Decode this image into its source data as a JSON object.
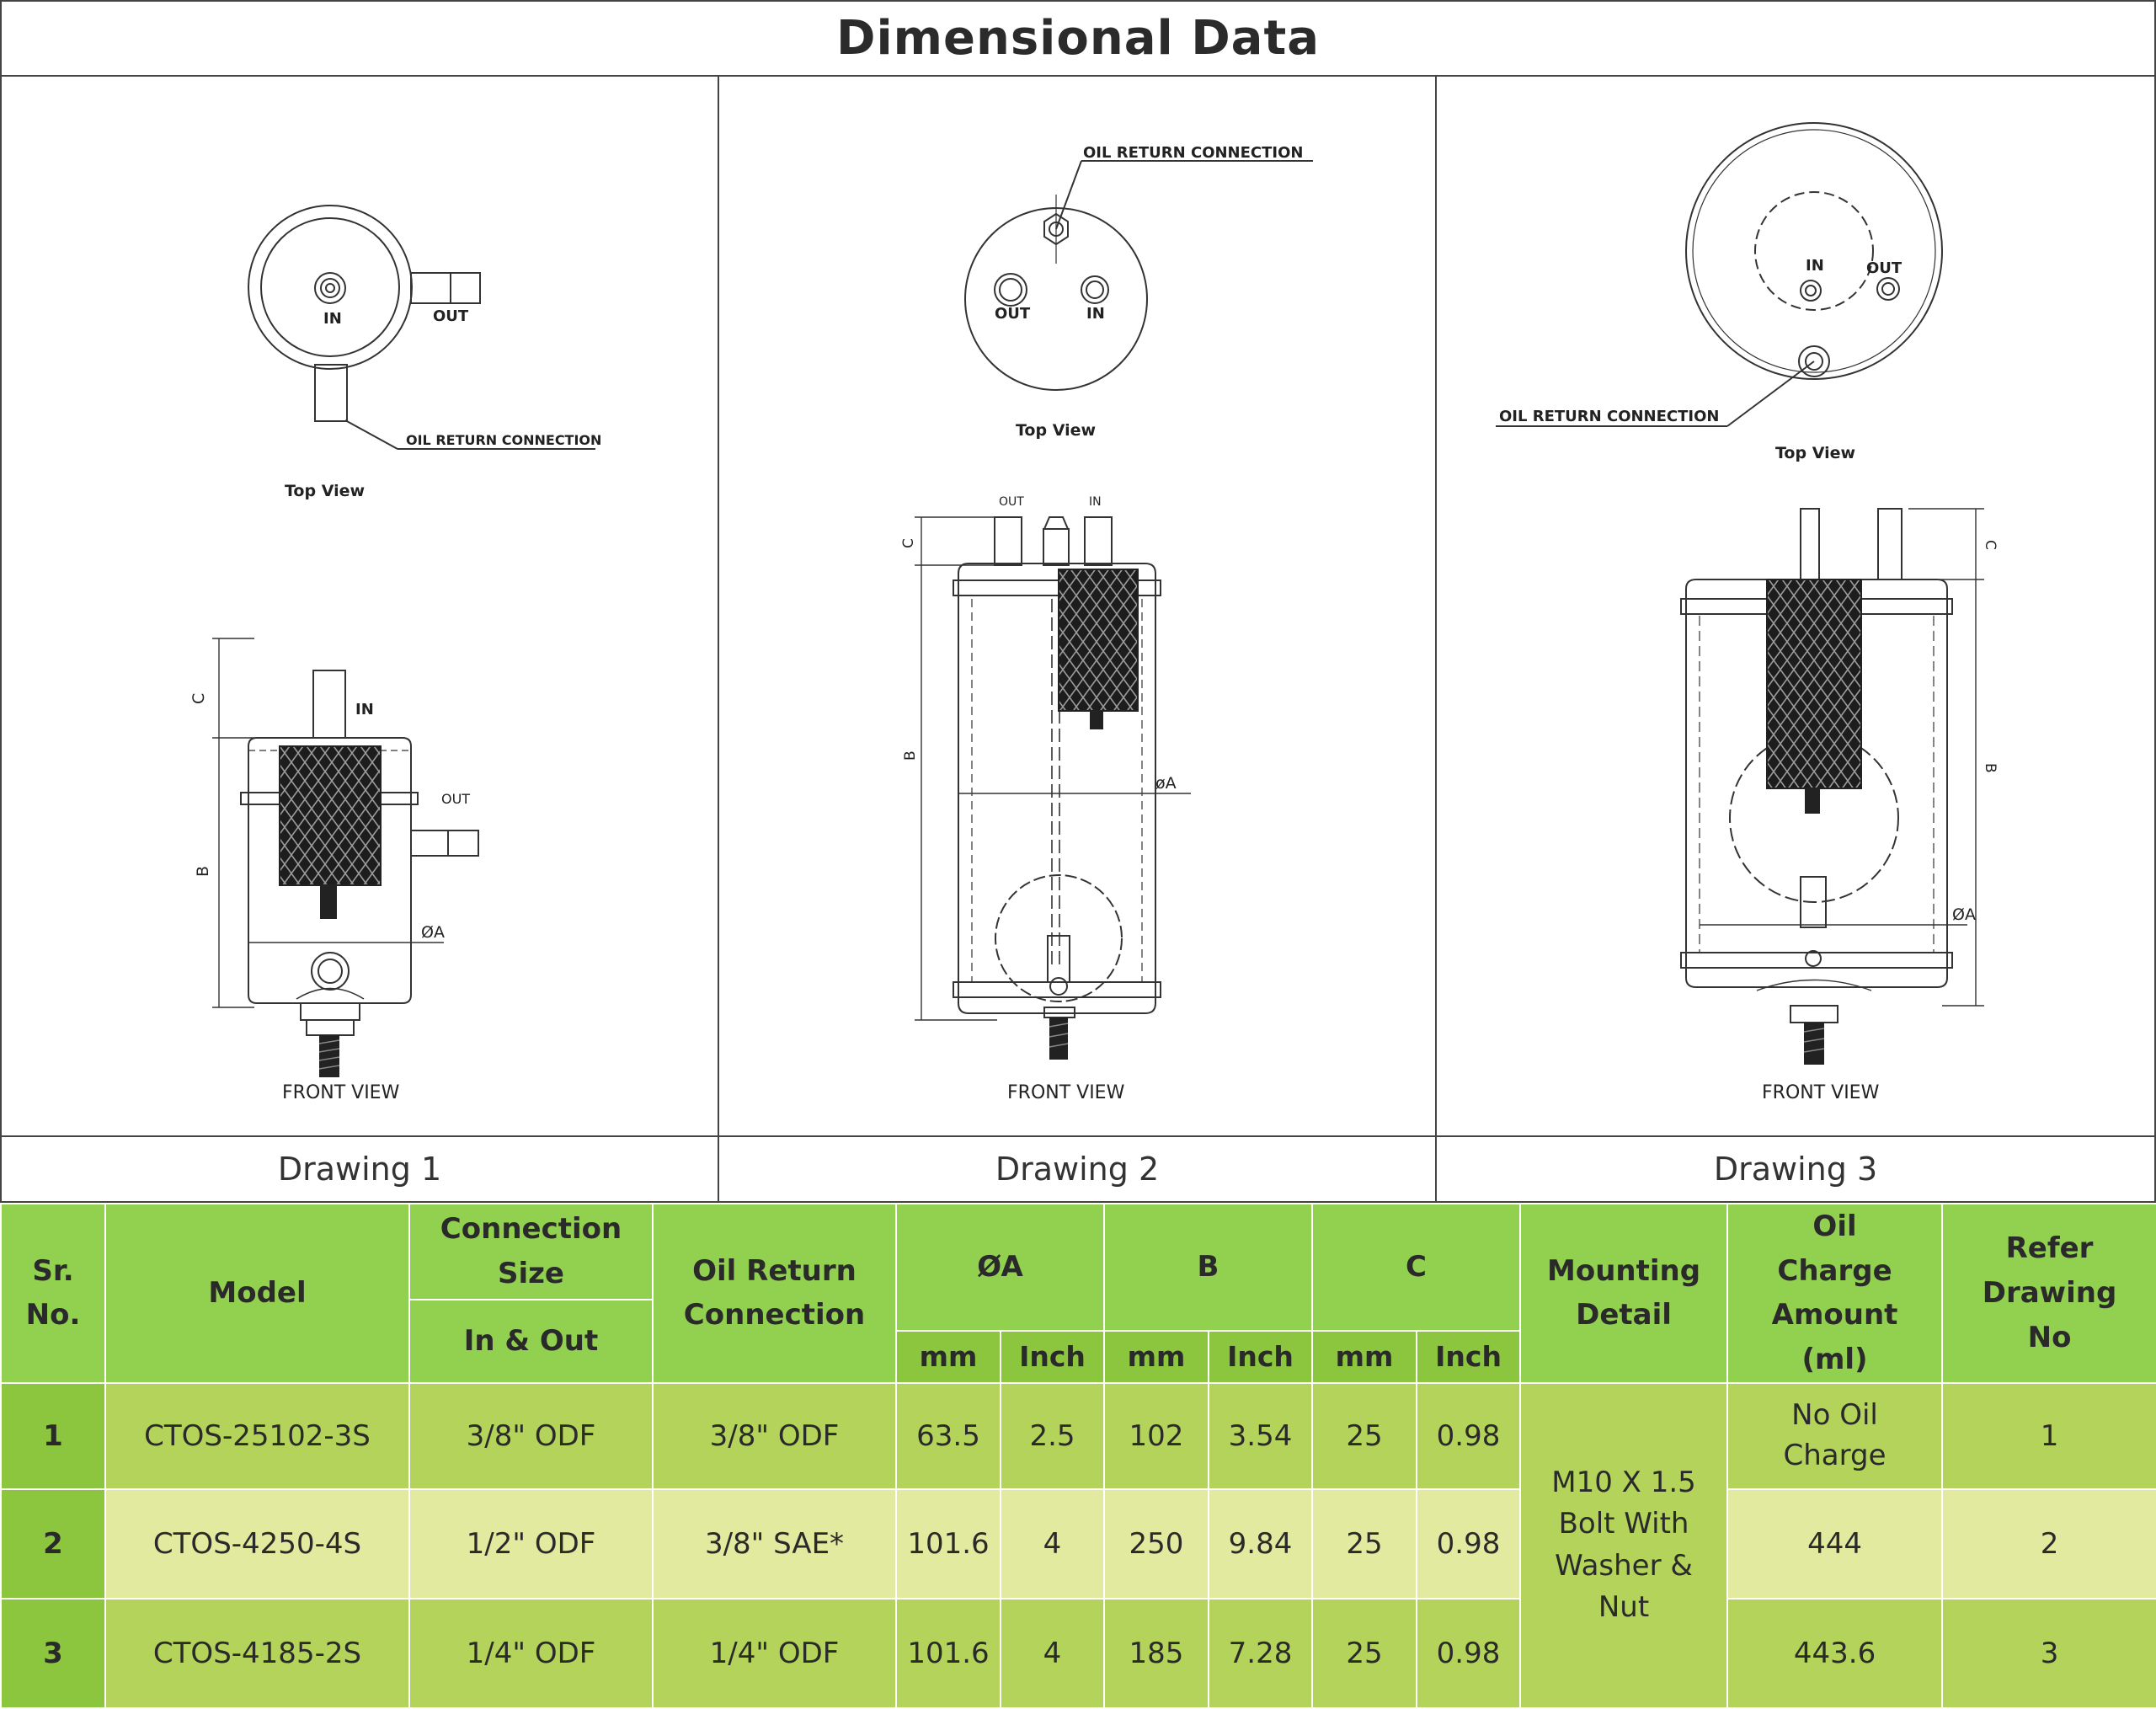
{
  "title": "Dimensional Data",
  "drawings": [
    {
      "caption": "Drawing 1",
      "top_view_label": "Top View",
      "front_view_label": "FRONT VIEW",
      "labels": {
        "in": "IN",
        "out": "OUT",
        "oil_return": "OIL RETURN CONNECTION",
        "dim_a": "ØA",
        "dim_b": "B",
        "dim_c": "C"
      }
    },
    {
      "caption": "Drawing 2",
      "top_view_label": "Top View",
      "front_view_label": "FRONT VIEW",
      "labels": {
        "in": "IN",
        "out": "OUT",
        "oil_return": "OIL RETURN CONNECTION",
        "dim_a": "øA",
        "dim_b": "B",
        "dim_c": "C"
      }
    },
    {
      "caption": "Drawing 3",
      "top_view_label": "Top View",
      "front_view_label": "FRONT VIEW",
      "labels": {
        "in": "IN",
        "out": "OUT",
        "oil_return": "OIL RETURN CONNECTION",
        "dim_a": "ØA",
        "dim_b": "B",
        "dim_c": "C"
      }
    }
  ],
  "table": {
    "headers": {
      "sr_no": "Sr. No.",
      "model": "Model",
      "connection_size": "Connection Size",
      "in_out": "In & Out",
      "oil_return": "Oil Return Connection",
      "dim_a": "ØA",
      "dim_b": "B",
      "dim_c": "C",
      "mm": "mm",
      "inch": "Inch",
      "mounting": "Mounting Detail",
      "oil_charge": "Oil Charge Amount (ml)",
      "refer": "Refer Drawing No"
    },
    "rows": [
      {
        "sr": "1",
        "model": "CTOS-25102-3S",
        "conn": "3/8\" ODF",
        "oil_ret": "3/8\" ODF",
        "a_mm": "63.5",
        "a_in": "2.5",
        "b_mm": "102",
        "b_in": "3.54",
        "c_mm": "25",
        "c_in": "0.98",
        "oil_charge": "No Oil Charge",
        "ref": "1"
      },
      {
        "sr": "2",
        "model": "CTOS-4250-4S",
        "conn": "1/2\" ODF",
        "oil_ret": "3/8\" SAE*",
        "a_mm": "101.6",
        "a_in": "4",
        "b_mm": "250",
        "b_in": "9.84",
        "c_mm": "25",
        "c_in": "0.98",
        "oil_charge": "444",
        "ref": "2"
      },
      {
        "sr": "3",
        "model": "CTOS-4185-2S",
        "conn": "1/4\" ODF",
        "oil_ret": "1/4\" ODF",
        "a_mm": "101.6",
        "a_in": "4",
        "b_mm": "185",
        "b_in": "7.28",
        "c_mm": "25",
        "c_in": "0.98",
        "oil_charge": "443.6",
        "ref": "3"
      }
    ],
    "mounting_detail": "M10 X 1.5 Bolt With Washer & Nut"
  },
  "colors": {
    "header_green": "#92d050",
    "row_green": "#b4d35a",
    "row_light": "#e1ea9e"
  }
}
